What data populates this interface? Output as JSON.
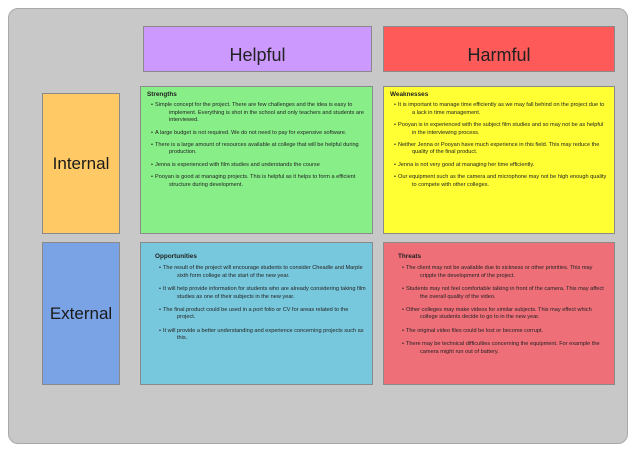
{
  "headers": {
    "helpful": "Helpful",
    "harmful": "Harmful"
  },
  "rows": {
    "internal": "Internal",
    "external": "External"
  },
  "strengths": {
    "title": "Strengths",
    "items": [
      "Simple concept for the project. There are few challenges and the idea is easy to implement. Everything is shot in the school and only teachers and students are interviewed.",
      "A large budget is not required. We do not need to pay for expensive software.",
      "There is a large amount of resources available at college that will be helpful during production.",
      "Jenna is experienced with film studies and understands the course",
      "Pooyan is good at managing projects. This is helpful as it helps to form a efficient structure during development."
    ]
  },
  "weaknesses": {
    "title": "Weaknesses",
    "items": [
      "It is important to manage time efficiently as we may fall behind on the project due to a lack in time management.",
      "Pooyan is in experienced with the subject film studies and so may not be as helpful in the interviewing process.",
      "Neither Jenna or Pooyan have much experience in this field. This may reduce the quality of the final product.",
      "Jenna is not very good at managing her time efficiently.",
      "Our equipment such as the camera and microphone may not be high enough quality to compete with other colleges."
    ]
  },
  "opportunities": {
    "title": "Opportunities",
    "items": [
      "The result of the project will encourage students to consider Cheadle and Marple sixth form college at the start of the new year.",
      "It will help provide information for students who are already considering taking film studies as one of their subjects in the new year.",
      "The final product could be used in a port folio or CV for areas related to the project.",
      "It will provide a better understanding and experience concerning projects such as this."
    ]
  },
  "threats": {
    "title": "Threats",
    "items": [
      "The client may not be available due to sickness or other priorities. This may cripple the development of the project.",
      "Students may not feel comfortable talking in front of the camera. This may affect the overall quality of the video.",
      "Other colleges may make videos for similar subjects. This may effect which college students decide to go to in the new year.",
      "The original video files could be lost or become corrupt.",
      "There may be technical difficulties concerning the equipment. For example the camera might run out of battery."
    ]
  },
  "colors": {
    "helpful": "#cc99ff",
    "harmful": "#ff5a5a",
    "internal": "#ffc966",
    "external": "#7aa3e6",
    "strengths": "#88ee88",
    "weaknesses": "#ffff33",
    "opportunities": "#78c8dd",
    "threats": "#ee6f78"
  }
}
